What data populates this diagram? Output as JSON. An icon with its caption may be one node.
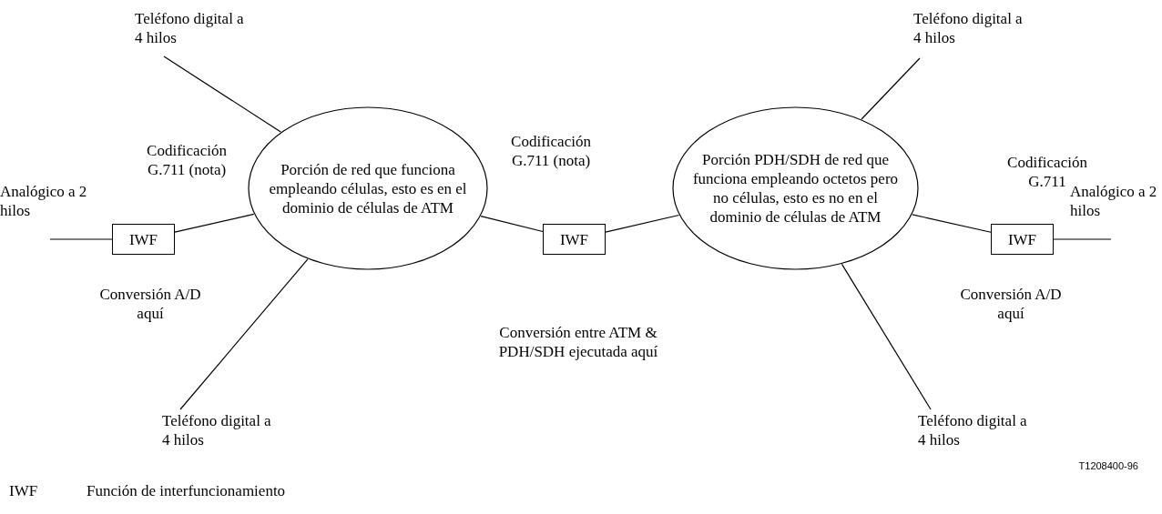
{
  "diagram": {
    "nodes": [
      {
        "text": [
          "Teléfono digital a 4 hilos"
        ]
      },
      {
        "text": [
          "IWF"
        ]
      },
      {
        "text": [
          "Porción de red que funciona empleando células, esto es en el dominio de células de ATM"
        ]
      },
      {
        "text": [
          "Teléfono digital a 4 hilos"
        ]
      },
      {
        "text": [
          "IWF"
        ]
      },
      {
        "text": [
          "Teléfono digital a 4 hilos"
        ]
      },
      {
        "text": [
          "Porción PDH/SDH de red que funciona empleando octetos pero no células, esto es no en el dominio de células de ATM"
        ]
      },
      {
        "text": [
          "IWF"
        ]
      },
      {
        "text": [
          "Teléfono digital a 4 hilos"
        ]
      }
    ],
    "edges": [
      {
        "from": 0,
        "to": 2,
        "arrow": "none"
      },
      {
        "from": null,
        "to": 1,
        "arrow": "none"
      },
      {
        "from": 1,
        "to": 2,
        "arrow": "none"
      },
      {
        "from": 3,
        "to": 2,
        "arrow": "none"
      },
      {
        "from": 2,
        "to": 4,
        "arrow": "none"
      },
      {
        "from": 4,
        "to": 6,
        "arrow": "none"
      },
      {
        "from": 5,
        "to": 6,
        "arrow": "none"
      },
      {
        "from": 6,
        "to": 7,
        "arrow": "none"
      },
      {
        "from": 7,
        "to": null,
        "arrow": "none"
      },
      {
        "from": 8,
        "to": 6,
        "arrow": "none"
      }
    ],
    "labels": [
      "Analógico a 2 hilos",
      "Codificación G.711 (nota)",
      "Conversión A/D aquí",
      "Codificación G.711 (nota)",
      "Conversión entre ATM & PDH/SDH ejecutada aquí",
      "Codificación G.711",
      "Analógico a 2 hilos",
      "Conversión A/D aquí",
      "T1208400-96",
      "IWF",
      "Función de interfuncionamiento"
    ]
  }
}
